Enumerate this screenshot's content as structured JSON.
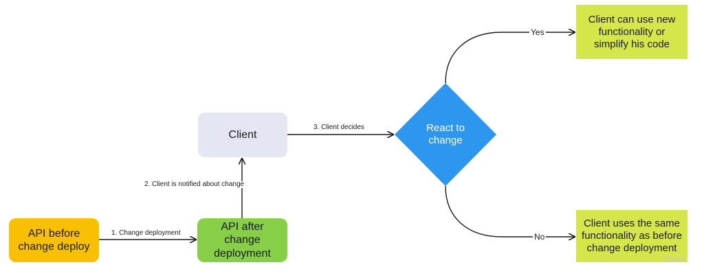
{
  "nodes": {
    "api_before": "API before change deploy",
    "api_after": "API after change deployment",
    "client": "Client",
    "decision": "React to change",
    "yes_result": "Client can use new functionality or simplify his code",
    "no_result": "Client uses the same functionality as before change deployment"
  },
  "edges": {
    "change_deployment": "1. Change deployment",
    "client_notified": "2. Client is notified about change",
    "client_decides": "3. Client decides",
    "yes": "Yes",
    "no": "No"
  },
  "watermark": "miro",
  "colors": {
    "api_before": "#f8c000",
    "api_after": "#86cf47",
    "client": "#e4e6f4",
    "decision": "#2d97ef",
    "result": "#d4e64a",
    "connector": "#1a1a1a"
  }
}
